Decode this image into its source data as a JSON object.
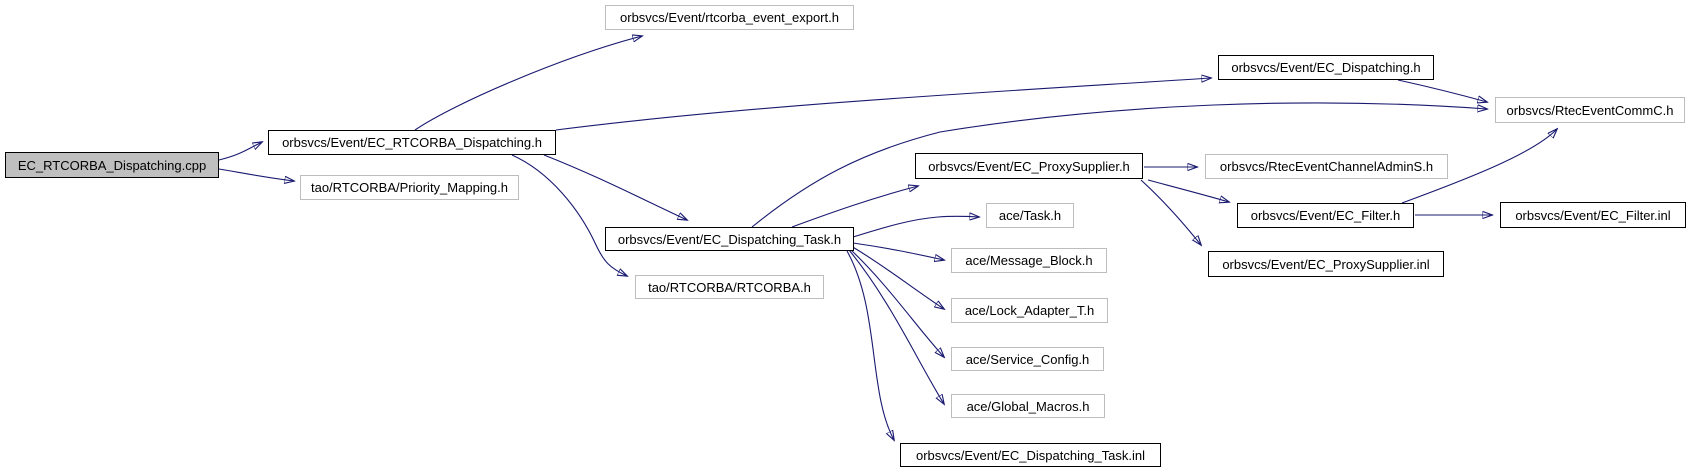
{
  "graph": {
    "type": "include-dependency-graph",
    "root_label": "EC_RTCORBA_Dispatching.cpp",
    "colors": {
      "edge": "#191970",
      "root_fill": "#bfbfbf",
      "node_fill": "#ffffff",
      "linked_node_border": "#000000",
      "plain_node_border": "#bdbdbd"
    },
    "nodes": [
      {
        "id": "cpp",
        "label": "EC_RTCORBA_Dispatching.cpp",
        "kind": "source-root"
      },
      {
        "id": "rtcorba-dispatching-h",
        "label": "orbsvcs/Event/EC_RTCORBA_Dispatching.h",
        "kind": "header-linked"
      },
      {
        "id": "priority-mapping-h",
        "label": "tao/RTCORBA/Priority_Mapping.h",
        "kind": "header"
      },
      {
        "id": "event-export-h",
        "label": "orbsvcs/Event/rtcorba_event_export.h",
        "kind": "header"
      },
      {
        "id": "ec-dispatching-h",
        "label": "orbsvcs/Event/EC_Dispatching.h",
        "kind": "header-linked"
      },
      {
        "id": "rteceventcommc-h",
        "label": "orbsvcs/RtecEventCommC.h",
        "kind": "header"
      },
      {
        "id": "ec-dispatching-task-h",
        "label": "orbsvcs/Event/EC_Dispatching_Task.h",
        "kind": "header-linked"
      },
      {
        "id": "rtcorba-h",
        "label": "tao/RTCORBA/RTCORBA.h",
        "kind": "header"
      },
      {
        "id": "ec-proxysupplier-h",
        "label": "orbsvcs/Event/EC_ProxySupplier.h",
        "kind": "header-linked"
      },
      {
        "id": "rtecadmins-h",
        "label": "orbsvcs/RtecEventChannelAdminS.h",
        "kind": "header"
      },
      {
        "id": "ec-filter-h",
        "label": "orbsvcs/Event/EC_Filter.h",
        "kind": "header-linked"
      },
      {
        "id": "ec-filter-inl",
        "label": "orbsvcs/Event/EC_Filter.inl",
        "kind": "header-linked"
      },
      {
        "id": "ec-proxysupplier-inl",
        "label": "orbsvcs/Event/EC_ProxySupplier.inl",
        "kind": "header-linked"
      },
      {
        "id": "ace-task-h",
        "label": "ace/Task.h",
        "kind": "header"
      },
      {
        "id": "ace-message-block-h",
        "label": "ace/Message_Block.h",
        "kind": "header"
      },
      {
        "id": "ace-lock-adapter-h",
        "label": "ace/Lock_Adapter_T.h",
        "kind": "header"
      },
      {
        "id": "ace-service-config-h",
        "label": "ace/Service_Config.h",
        "kind": "header"
      },
      {
        "id": "ace-global-macros-h",
        "label": "ace/Global_Macros.h",
        "kind": "header"
      },
      {
        "id": "ec-dispatching-task-inl",
        "label": "orbsvcs/Event/EC_Dispatching_Task.inl",
        "kind": "header-linked"
      }
    ],
    "edges": [
      {
        "from": "cpp",
        "to": "rtcorba-dispatching-h"
      },
      {
        "from": "cpp",
        "to": "priority-mapping-h"
      },
      {
        "from": "rtcorba-dispatching-h",
        "to": "event-export-h"
      },
      {
        "from": "rtcorba-dispatching-h",
        "to": "ec-dispatching-h"
      },
      {
        "from": "rtcorba-dispatching-h",
        "to": "ec-dispatching-task-h"
      },
      {
        "from": "rtcorba-dispatching-h",
        "to": "rtcorba-h"
      },
      {
        "from": "ec-dispatching-h",
        "to": "rteceventcommc-h"
      },
      {
        "from": "ec-dispatching-task-h",
        "to": "rteceventcommc-h"
      },
      {
        "from": "ec-dispatching-task-h",
        "to": "ec-proxysupplier-h"
      },
      {
        "from": "ec-dispatching-task-h",
        "to": "ace-task-h"
      },
      {
        "from": "ec-dispatching-task-h",
        "to": "ace-message-block-h"
      },
      {
        "from": "ec-dispatching-task-h",
        "to": "ace-lock-adapter-h"
      },
      {
        "from": "ec-dispatching-task-h",
        "to": "ace-service-config-h"
      },
      {
        "from": "ec-dispatching-task-h",
        "to": "ace-global-macros-h"
      },
      {
        "from": "ec-dispatching-task-h",
        "to": "ec-dispatching-task-inl"
      },
      {
        "from": "ec-proxysupplier-h",
        "to": "rtecadmins-h"
      },
      {
        "from": "ec-proxysupplier-h",
        "to": "ec-filter-h"
      },
      {
        "from": "ec-proxysupplier-h",
        "to": "ec-proxysupplier-inl"
      },
      {
        "from": "ec-filter-h",
        "to": "rteceventcommc-h"
      },
      {
        "from": "ec-filter-h",
        "to": "ec-filter-inl"
      }
    ]
  }
}
